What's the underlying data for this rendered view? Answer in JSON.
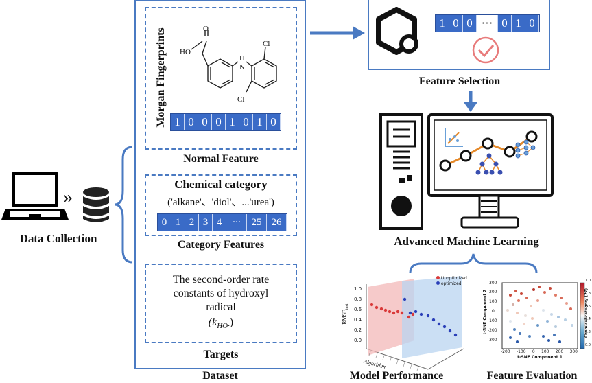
{
  "dataset": {
    "title": "Dataset",
    "normal_feature": {
      "caption": "Normal Feature",
      "morgan_label": "Morgan Fingerprints",
      "molecule_labels": {
        "ho": "HO",
        "o": "O",
        "h": "H",
        "n": "N",
        "cl_top": "Cl",
        "cl_bottom": "Cl"
      },
      "bits": [
        "1",
        "0",
        "0",
        "0",
        "1",
        "0",
        "1",
        "0"
      ]
    },
    "category_features": {
      "caption": "Category Features",
      "heading": "Chemical category",
      "examples": "('alkane'、'diol'、...'urea')",
      "values": [
        "0",
        "1",
        "2",
        "3",
        "4",
        "···",
        "25",
        "26"
      ]
    },
    "targets": {
      "caption": "Targets",
      "line1": "The second-order rate",
      "line2": "constants of hydroxyl",
      "line3": "radical",
      "symbol_open": "(k",
      "symbol_sub": "HO·",
      "symbol_close": ")"
    }
  },
  "data_collection": {
    "caption": "Data Collection",
    "chevron": "»"
  },
  "feature_selection": {
    "caption": "Feature Selection",
    "bits_left": [
      "1",
      "0",
      "0"
    ],
    "dots": "···",
    "bits_right": [
      "0",
      "1",
      "0"
    ]
  },
  "aml": {
    "caption": "Advanced Machine Learning"
  },
  "model_performance": {
    "caption": "Model Performance",
    "ylabel": "RMSE",
    "ylabel_sub": "test",
    "xlabel": "Algorithm",
    "yticks": [
      "1.0",
      "0.8",
      "0.6",
      "0.4",
      "0.2",
      "0.0"
    ],
    "legend": [
      {
        "name": "Unoptimized",
        "color": "#d93a3a"
      },
      {
        "name": "optimized",
        "color": "#2a3fb8"
      }
    ]
  },
  "feature_evaluation": {
    "caption": "Feature Evaluation",
    "xlabel": "t-SNE Component 1",
    "ylabel": "t-SNE Component 2",
    "colorbar_label": "Chemical category (27)",
    "xticks": [
      "-200",
      "-100",
      "0",
      "100",
      "200",
      "300"
    ],
    "yticks": [
      "300",
      "200",
      "100",
      "0",
      "-100",
      "-200",
      "-300"
    ],
    "cbar_ticks": [
      "1.0",
      "0.8",
      "0.6",
      "0.4",
      "0.2",
      "0.0"
    ]
  },
  "colors": {
    "accent": "#4a7ac2",
    "bit_fill": "#3a6bc7",
    "orange": "#e58a2b",
    "check": "#e87b7b"
  }
}
